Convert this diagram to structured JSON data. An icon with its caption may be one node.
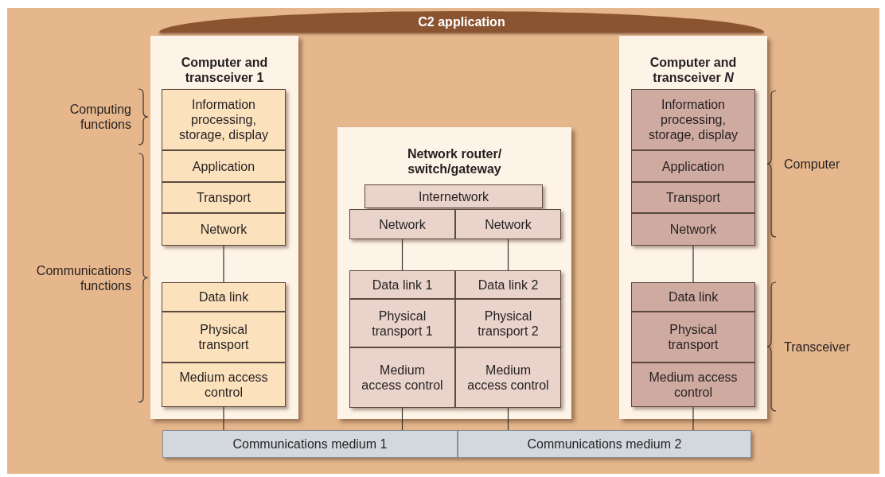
{
  "diagram": {
    "nodes": [
      {
        "text": [
          "C2 application"
        ]
      },
      {
        "text": [
          "Computer and transceiver 1"
        ]
      },
      {
        "text": [
          "Information processing, storage, display"
        ],
        "in": 1
      },
      {
        "text": [
          "Application"
        ],
        "in": 1
      },
      {
        "text": [
          "Transport"
        ],
        "in": 1
      },
      {
        "text": [
          "Network"
        ],
        "in": 1
      },
      {
        "text": [
          "Data link"
        ],
        "in": 1
      },
      {
        "text": [
          "Physical transport"
        ],
        "in": 1
      },
      {
        "text": [
          "Medium access control"
        ],
        "in": 1
      },
      {
        "text": [
          "Network router/ switch/gateway"
        ]
      },
      {
        "text": [
          "Internetwork"
        ],
        "in": 9
      },
      {
        "text": [
          "Network"
        ],
        "in": 9
      },
      {
        "text": [
          "Network"
        ],
        "in": 9
      },
      {
        "text": [
          "Data link 1"
        ],
        "in": 9
      },
      {
        "text": [
          "Data link 2"
        ],
        "in": 9
      },
      {
        "text": [
          "Physical transport 1"
        ],
        "in": 9
      },
      {
        "text": [
          "Physical transport 2"
        ],
        "in": 9
      },
      {
        "text": [
          "Medium access control"
        ],
        "in": 9
      },
      {
        "text": [
          "Medium access control"
        ],
        "in": 9
      },
      {
        "text": [
          "Computer and transceiver *N*"
        ]
      },
      {
        "text": [
          "Information processing, storage, display"
        ],
        "in": 19
      },
      {
        "text": [
          "Application"
        ],
        "in": 19
      },
      {
        "text": [
          "Transport"
        ],
        "in": 19
      },
      {
        "text": [
          "Network"
        ],
        "in": 19
      },
      {
        "text": [
          "Data link"
        ],
        "in": 19
      },
      {
        "text": [
          "Physical transport"
        ],
        "in": 19
      },
      {
        "text": [
          "Medium access control"
        ],
        "in": 19
      },
      {
        "text": [
          "Communications medium 1"
        ]
      },
      {
        "text": [
          "Communications medium 2"
        ]
      }
    ],
    "edges": [
      {
        "from": 5,
        "to": 6,
        "arrow": "none"
      },
      {
        "from": 8,
        "to": 27,
        "arrow": "none"
      },
      {
        "from": 11,
        "to": 13,
        "arrow": "none"
      },
      {
        "from": 12,
        "to": 14,
        "arrow": "none"
      },
      {
        "from": 17,
        "to": 27,
        "arrow": "none"
      },
      {
        "from": 18,
        "to": 28,
        "arrow": "none"
      },
      {
        "from": 23,
        "to": 24,
        "arrow": "none"
      },
      {
        "from": 26,
        "to": 28,
        "arrow": "none"
      }
    ],
    "labels": [
      "Computing functions",
      "Communications functions",
      "Computer",
      "Transceiver"
    ]
  }
}
